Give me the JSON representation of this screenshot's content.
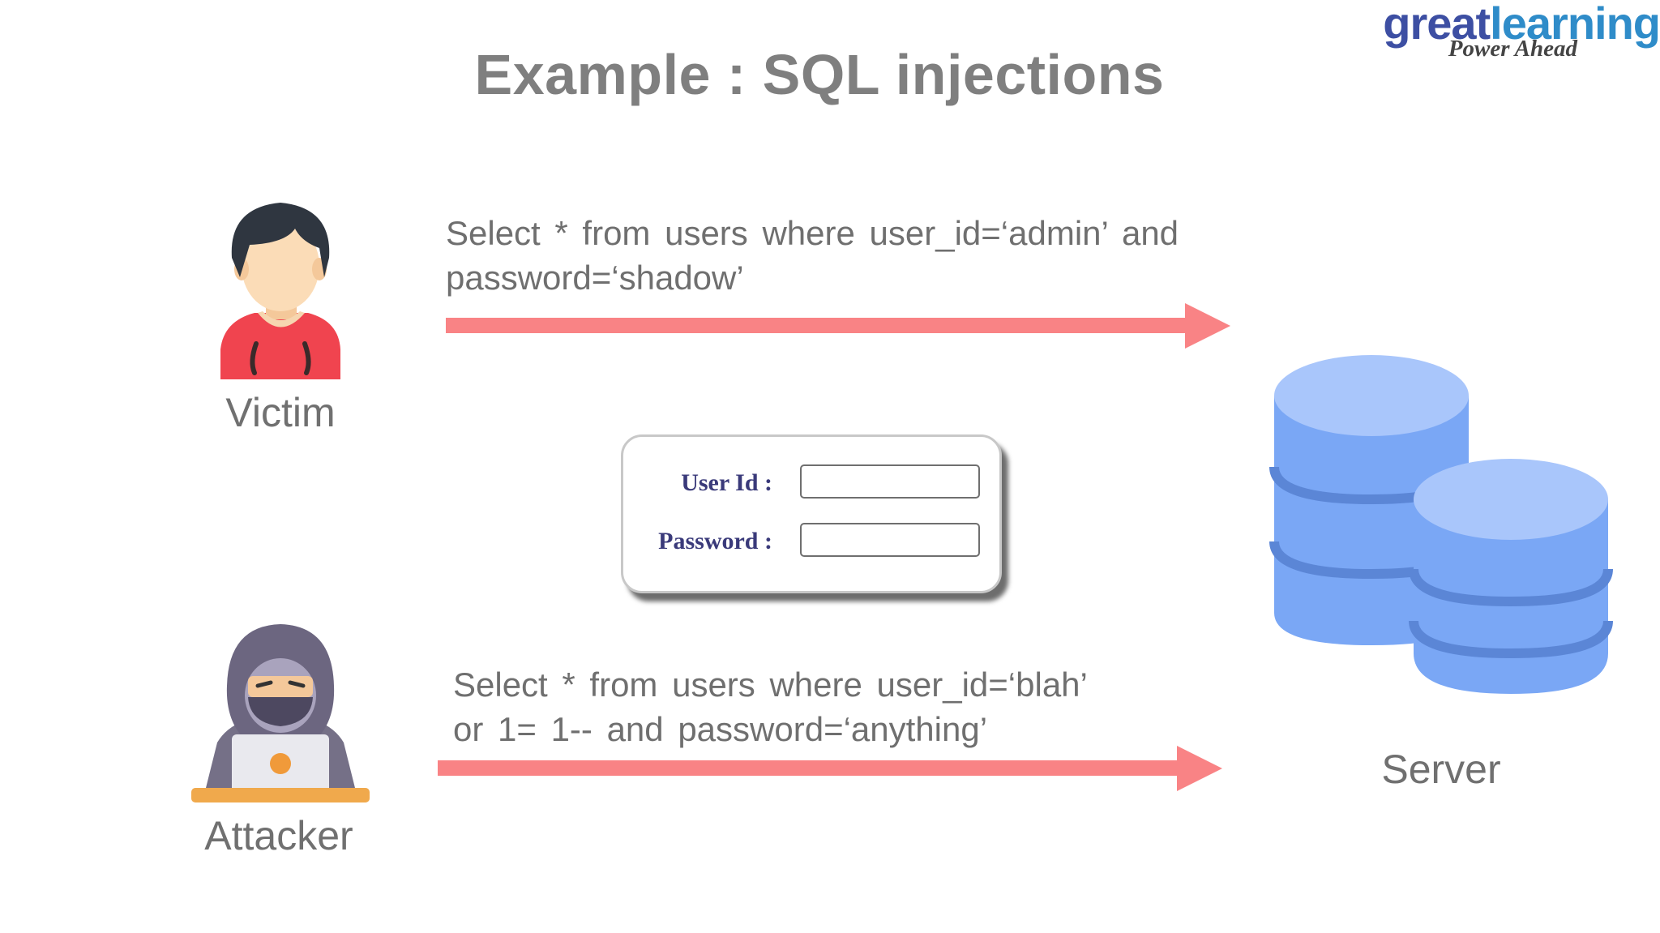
{
  "slide": {
    "title": "Example : SQL injections"
  },
  "logo": {
    "brand_part1": "great",
    "brand_part2": "learning",
    "tagline": "Power Ahead"
  },
  "actors": {
    "victim": "Victim",
    "attacker": "Attacker",
    "server": "Server"
  },
  "queries": {
    "victim_line1": "Select * from users where user_id=‘admin’ and",
    "victim_line2": "password=‘shadow’",
    "attacker_line1": "Select * from users where user_id=‘blah’",
    "attacker_line2": "or 1= 1-- and password=‘anything’"
  },
  "login_form": {
    "user_id_label": "User Id :",
    "password_label": "Password :",
    "user_id_value": "",
    "password_value": ""
  },
  "colors": {
    "arrow": "#f98385",
    "database": "#7aa7f5",
    "database_top": "#a9c6fb",
    "database_band": "#5b86d6"
  },
  "icons": {
    "victim": "person-avatar-icon",
    "attacker": "hooded-hacker-icon",
    "server": "database-icon"
  }
}
